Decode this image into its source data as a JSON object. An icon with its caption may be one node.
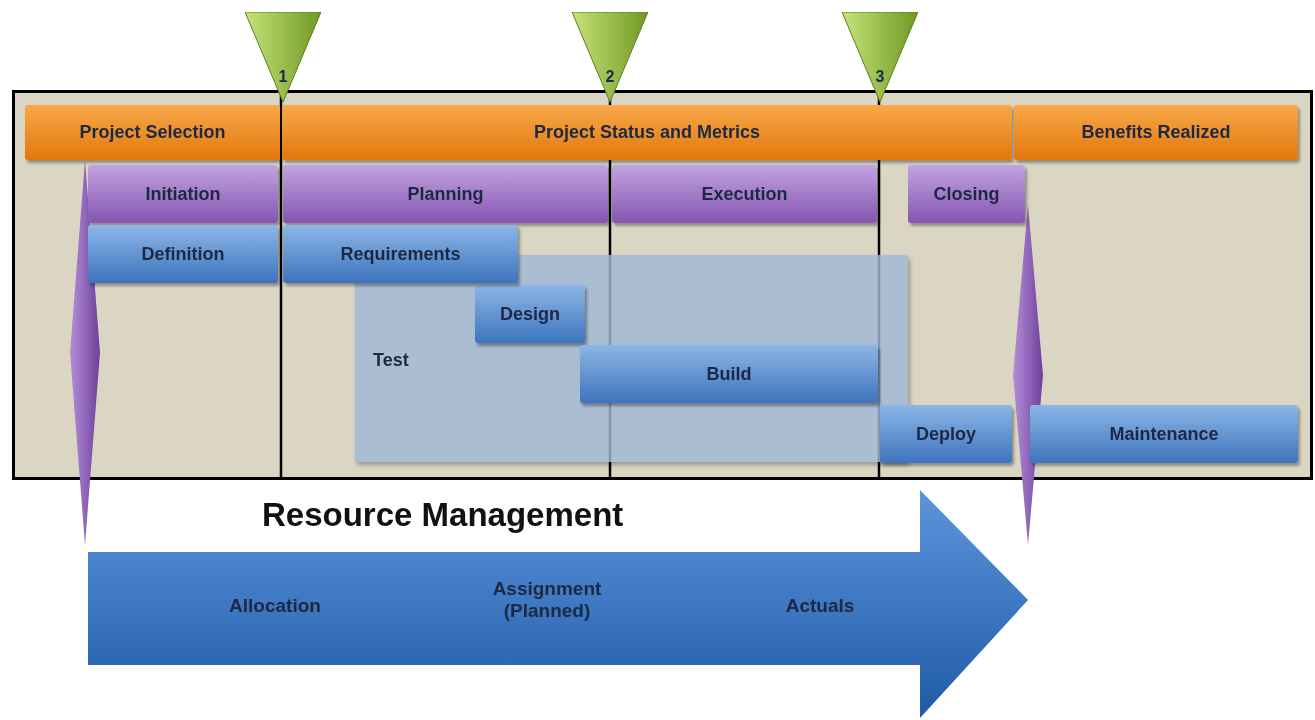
{
  "diagram": {
    "nodes": [
      {
        "text": [
          "Project Selection"
        ]
      },
      {
        "text": [
          "Project Status and Metrics"
        ]
      },
      {
        "text": [
          "Benefits Realized"
        ]
      },
      {
        "text": [
          "Initiation"
        ]
      },
      {
        "text": [
          "Planning"
        ]
      },
      {
        "text": [
          "Execution"
        ]
      },
      {
        "text": [
          "Closing"
        ]
      },
      {
        "text": [
          "Definition"
        ]
      },
      {
        "text": [
          "Requirements"
        ]
      },
      {
        "text": [
          "Test"
        ]
      },
      {
        "text": [
          "Design"
        ],
        "in": 9
      },
      {
        "text": [
          "Build"
        ],
        "in": 9
      },
      {
        "text": [
          "Deploy"
        ]
      },
      {
        "text": [
          "Maintenance"
        ]
      },
      {
        "text": [
          "1"
        ]
      },
      {
        "text": [
          "2"
        ]
      },
      {
        "text": [
          "3"
        ]
      },
      {
        "text": [
          "Resource Management",
          "Allocation",
          "Assignment (Planned)",
          "Actuals"
        ]
      },
      {
        "text": [],
        "shape": "diamond"
      },
      {
        "text": [],
        "shape": "diamond"
      }
    ]
  }
}
